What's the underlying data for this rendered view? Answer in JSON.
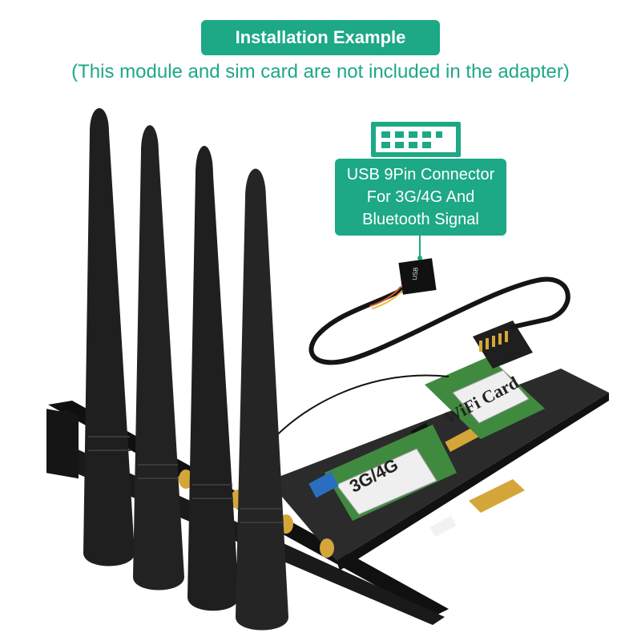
{
  "header": {
    "title": "Installation Example",
    "subtitle": "(This module and sim card are not included in the adapter)"
  },
  "callout": {
    "line1": "USB 9Pin Connector",
    "line2": "For 3G/4G And",
    "line3": "Bluetooth Signal"
  },
  "board_labels": {
    "wifi_card": "WiFi Card",
    "cellular_card": "3G/4G",
    "usb_header": "USB"
  },
  "colors": {
    "accent": "#1da886",
    "pcb": "#2b2b2b",
    "module": "#3f8a3f",
    "gold": "#d4a63a",
    "antenna": "#1f1f1f"
  }
}
